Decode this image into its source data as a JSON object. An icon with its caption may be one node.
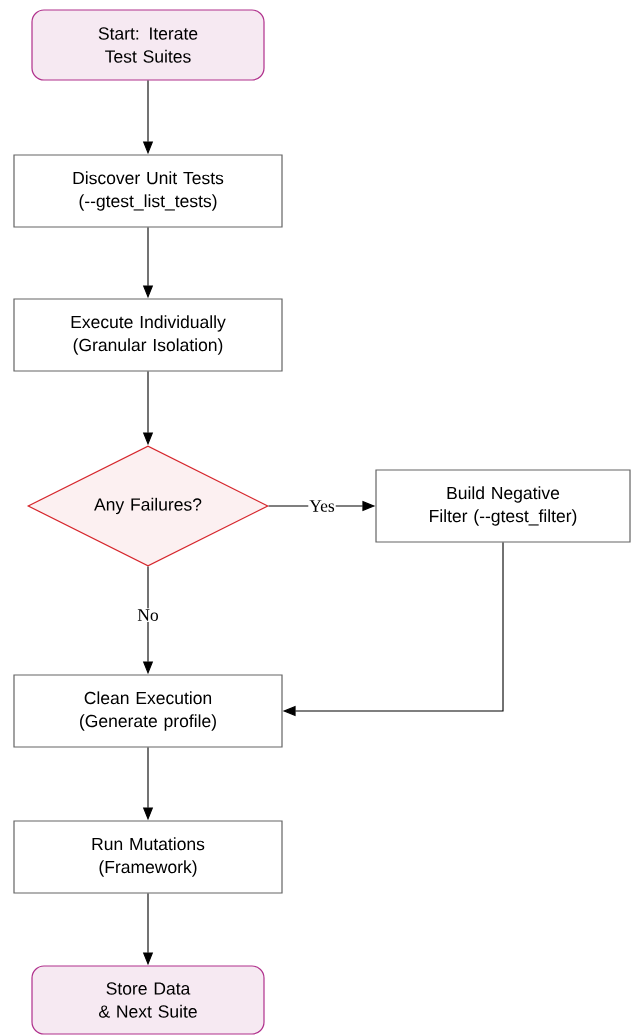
{
  "diagram": {
    "nodes": [
      {
        "text": [
          "Start: Iterate Test Suites"
        ]
      },
      {
        "text": [
          "Discover Unit Tests (--gtest_list_tests)"
        ]
      },
      {
        "text": [
          "Execute Individually (Granular Isolation)"
        ]
      },
      {
        "text": [
          "Any Failures?"
        ]
      },
      {
        "text": [
          "Build Negative Filter (--gtest_filter)"
        ]
      },
      {
        "text": [
          "Clean Execution (Generate profile)"
        ]
      },
      {
        "text": [
          "Run Mutations (Framework)"
        ]
      },
      {
        "text": [
          "Store Data & Next Suite"
        ]
      }
    ],
    "edges": [
      {
        "from": 0,
        "to": 1,
        "arrow": "to"
      },
      {
        "from": 1,
        "to": 2,
        "arrow": "to"
      },
      {
        "from": 2,
        "to": 3,
        "arrow": "to"
      },
      {
        "from": 3,
        "to": 4,
        "arrow": "to",
        "label": "Yes"
      },
      {
        "from": 3,
        "to": 5,
        "arrow": "to",
        "label": "No"
      },
      {
        "from": 4,
        "to": 5,
        "arrow": "to"
      },
      {
        "from": 5,
        "to": 6,
        "arrow": "to"
      },
      {
        "from": 6,
        "to": 7,
        "arrow": "to"
      }
    ]
  }
}
